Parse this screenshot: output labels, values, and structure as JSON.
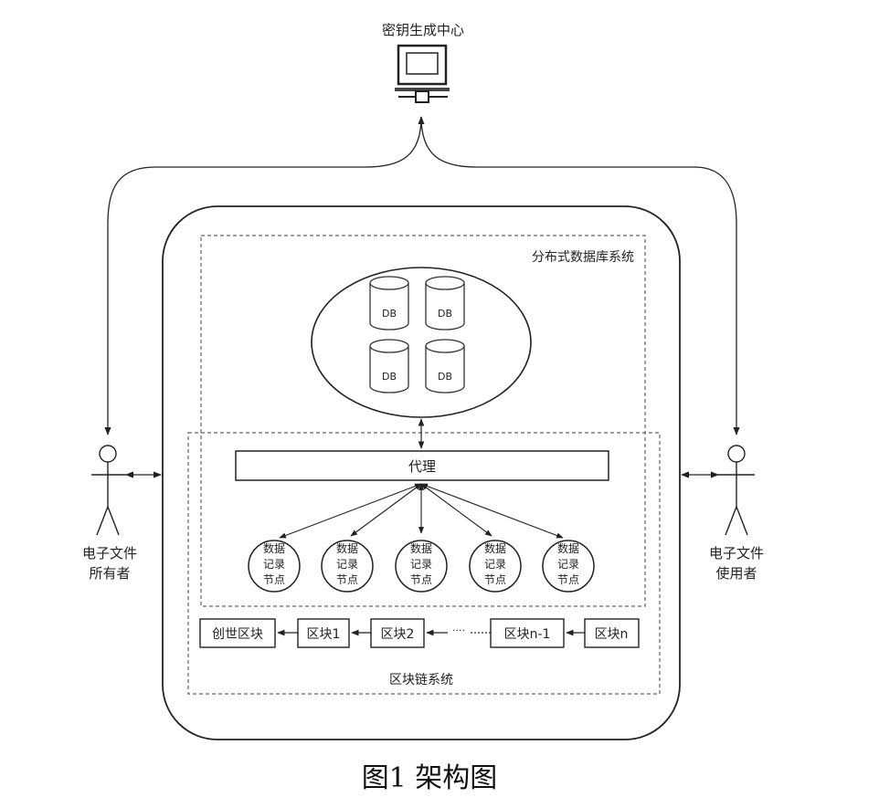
{
  "key_center": {
    "label": "密钥生成中心"
  },
  "distributed_db": {
    "label": "分布式数据库系统",
    "db_label": "DB"
  },
  "proxy": {
    "label": "代理"
  },
  "record_nodes": [
    {
      "line1": "数据",
      "line2": "记录",
      "line3": "节点"
    },
    {
      "line1": "数据",
      "line2": "记录",
      "line3": "节点"
    },
    {
      "line1": "数据",
      "line2": "记录",
      "line3": "节点"
    },
    {
      "line1": "数据",
      "line2": "记录",
      "line3": "节点"
    },
    {
      "line1": "数据",
      "line2": "记录",
      "line3": "节点"
    }
  ],
  "blockchain": {
    "label": "区块链系统",
    "blocks": [
      "创世区块",
      "区块1",
      "区块2",
      "区块n-1",
      "区块n"
    ],
    "ellipsis": "····"
  },
  "owner": {
    "line1": "电子文件",
    "line2": "所有者"
  },
  "user": {
    "line1": "电子文件",
    "line2": "使用者"
  },
  "caption": "图1 架构图"
}
